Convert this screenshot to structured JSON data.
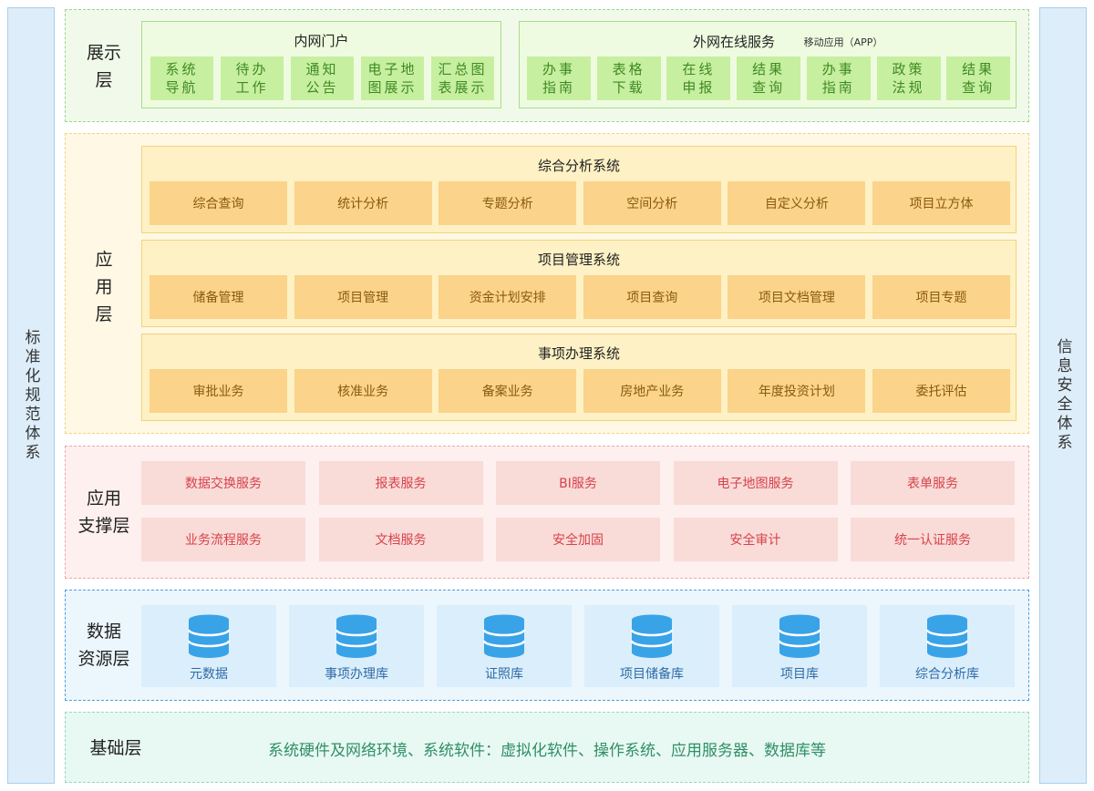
{
  "sidebars": {
    "left": "标准化规范体系",
    "right": "信息安全体系"
  },
  "presentation": {
    "title": [
      "展示",
      "层"
    ],
    "intranet": {
      "title": "内网门户",
      "items": [
        [
          "系统",
          "导航"
        ],
        [
          "待办",
          "工作"
        ],
        [
          "通知",
          "公告"
        ],
        [
          "电子地",
          "图展示"
        ],
        [
          "汇总图",
          "表展示"
        ]
      ]
    },
    "extranet": {
      "title": "外网在线服务",
      "subtitle": "移动应用（APP）",
      "items": [
        [
          "办事",
          "指南"
        ],
        [
          "表格",
          "下载"
        ],
        [
          "在线",
          "申报"
        ],
        [
          "结果",
          "查询"
        ],
        [
          "办事",
          "指南"
        ],
        [
          "政策",
          "法规"
        ],
        [
          "结果",
          "查询"
        ]
      ]
    }
  },
  "application": {
    "title": [
      "应",
      "用",
      "层"
    ],
    "groups": [
      {
        "title": "综合分析系统",
        "items": [
          "综合查询",
          "统计分析",
          "专题分析",
          "空间分析",
          "自定义分析",
          "项目立方体"
        ]
      },
      {
        "title": "项目管理系统",
        "items": [
          "储备管理",
          "项目管理",
          "资金计划安排",
          "项目查询",
          "项目文档管理",
          "项目专题"
        ]
      },
      {
        "title": "事项办理系统",
        "items": [
          "审批业务",
          "核准业务",
          "备案业务",
          "房地产业务",
          "年度投资计划",
          "委托评估"
        ]
      }
    ]
  },
  "support": {
    "title": [
      "应用",
      "支撑层"
    ],
    "rows": [
      [
        "数据交换服务",
        "报表服务",
        "BI服务",
        "电子地图服务",
        "表单服务"
      ],
      [
        "业务流程服务",
        "文档服务",
        "安全加固",
        "安全审计",
        "统一认证服务"
      ]
    ]
  },
  "data_resources": {
    "title": [
      "数据",
      "资源层"
    ],
    "items": [
      "元数据",
      "事项办理库",
      "证照库",
      "项目储备库",
      "项目库",
      "综合分析库"
    ],
    "icon": "database-icon"
  },
  "foundation": {
    "title": "基础层",
    "text": "系统硬件及网络环境、系统软件：虚拟化软件、操作系统、应用服务器、数据库等"
  },
  "colors": {
    "presentation": "#c7efa0",
    "application": "#fbd38a",
    "support": "#f9dbd8",
    "data": "#dbeefb",
    "database_icon": "#39a3e8",
    "foundation": "#e8f8f2"
  }
}
